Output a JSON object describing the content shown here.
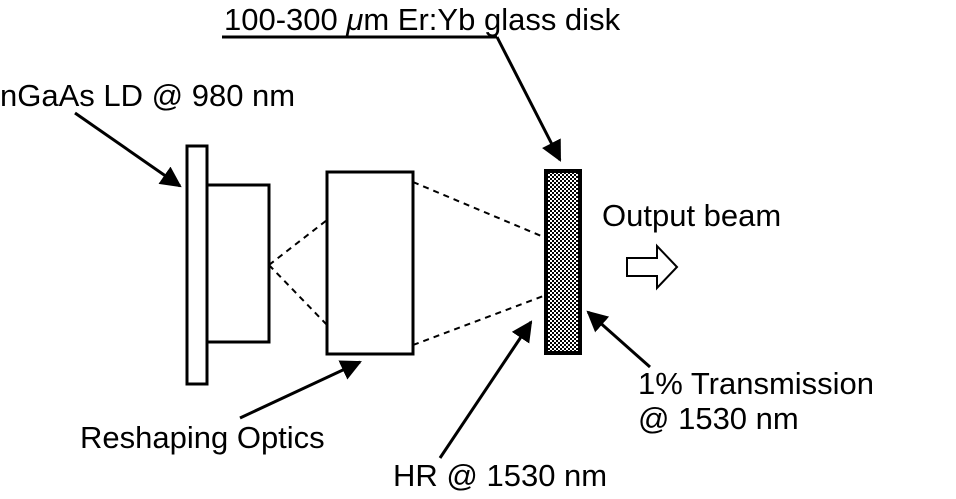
{
  "diagram": {
    "disk_label_prefix": "100-300 ",
    "disk_label_mu": "μ",
    "disk_label_suffix": "m Er:Yb glass disk",
    "ld_label": "nGaAs LD @ 980 nm",
    "output_label": "Output beam",
    "transmission_label_line1": "1% Transmission",
    "transmission_label_line2": "@ 1530 nm",
    "optics_label": "Reshaping Optics",
    "hr_label": "HR @ 1530 nm"
  }
}
